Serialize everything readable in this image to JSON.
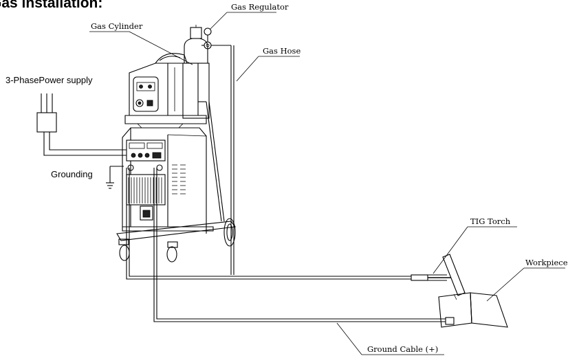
{
  "diagram": {
    "title": "Gas installation:",
    "labels": {
      "gas_regulator": "Gas Regulator",
      "gas_cylinder": "Gas Cylinder",
      "gas_hose": "Gas Hose",
      "power_supply": "3-PhasePower supply",
      "grounding": "Grounding",
      "tig_torch": "TIG Torch",
      "workpiece": "Workpiece",
      "ground_cable": "Ground Cable (+)"
    }
  }
}
